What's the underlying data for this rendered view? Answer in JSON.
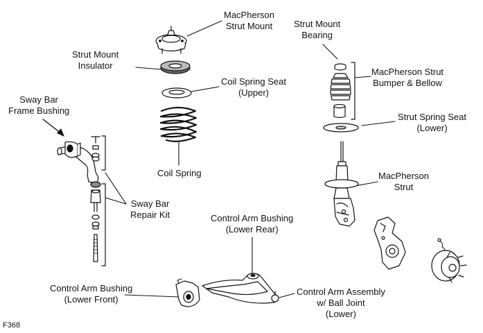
{
  "labels": {
    "strut_mount": [
      "MacPherson",
      "Strut Mount"
    ],
    "strut_mount_insulator": [
      "Strut Mount",
      "Insulator"
    ],
    "coil_spring_seat_upper": [
      "Coil Spring Seat",
      "(Upper)"
    ],
    "coil_spring": [
      "Coil Spring"
    ],
    "strut_mount_bearing": [
      "Strut Mount",
      "Bearing"
    ],
    "bumper_bellow": [
      "MacPherson Strut",
      "Bumper & Bellow"
    ],
    "strut_spring_seat_lower": [
      "Strut Spring Seat",
      "(Lower)"
    ],
    "macpherson_strut": [
      "MacPherson",
      "Strut"
    ],
    "sway_bar_frame_bushing": [
      "Sway Bar",
      "Frame Bushing"
    ],
    "sway_bar_repair_kit": [
      "Sway Bar",
      "Repair Kit"
    ],
    "control_arm_bushing_lower_rear": [
      "Control Arm Bushing",
      "(Lower Rear)"
    ],
    "control_arm_bushing_lower_front": [
      "Control Arm Bushing",
      "(Lower Front)"
    ],
    "control_arm_assembly": [
      "Control Arm Assembly",
      "w/ Ball Joint",
      "(Lower)"
    ]
  },
  "figure_code": "F368",
  "colors": {
    "line": "#111111",
    "fill": "#ffffff",
    "shade": "#d9d9d9",
    "dark": "#555555"
  }
}
